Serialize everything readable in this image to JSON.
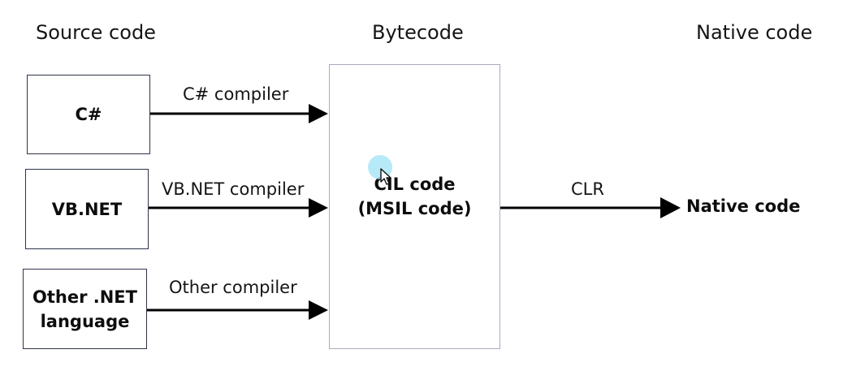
{
  "headings": {
    "source": "Source code",
    "bytecode": "Bytecode",
    "native": "Native code"
  },
  "sources": [
    {
      "label": "C#",
      "compiler": "C# compiler"
    },
    {
      "label": "VB.NET",
      "compiler": "VB.NET compiler"
    },
    {
      "label_line1": "Other .NET",
      "label_line2": "language",
      "compiler": "Other compiler"
    }
  ],
  "bytecode_box": {
    "line1": "CIL code",
    "line2": "(MSIL code)"
  },
  "runtime": {
    "label": "CLR",
    "target": "Native code"
  },
  "colors": {
    "arrow": "#000000",
    "source_box_border": "#30344a",
    "bytecode_box_border": "#a8acc0",
    "cursor_highlight": "#9fe3f5"
  }
}
